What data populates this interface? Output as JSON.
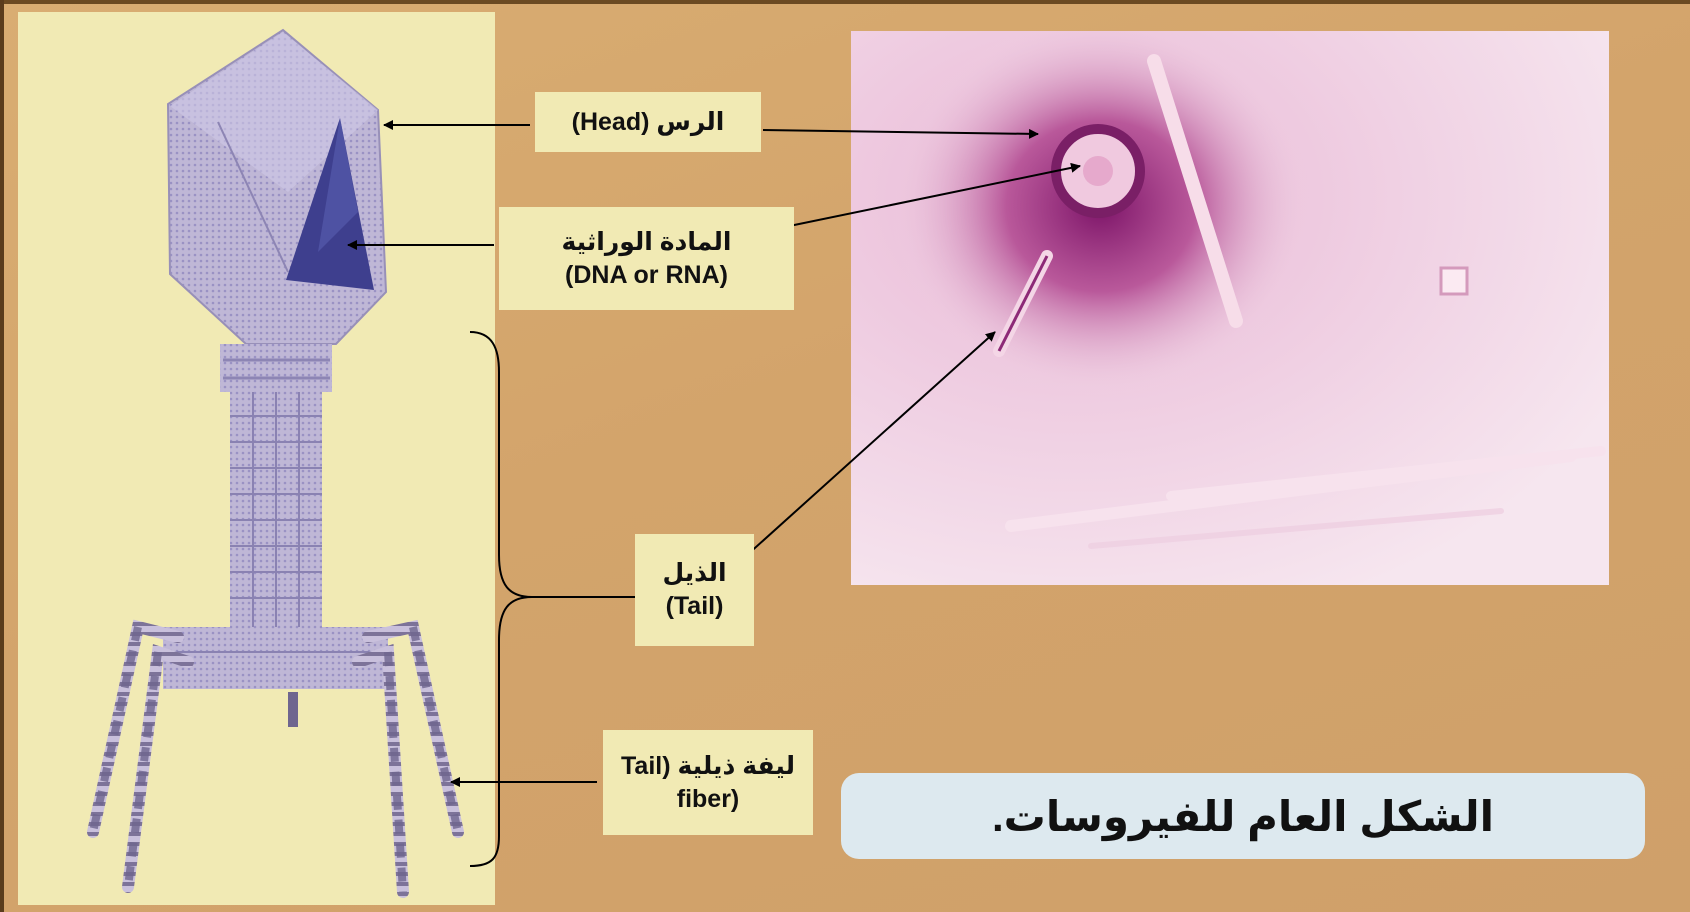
{
  "labels": {
    "head": "الرس (Head)",
    "genetic_ar": "المادة الوراثية",
    "genetic_en": "(DNA or RNA)",
    "tail_ar": "الذيل",
    "tail_en": "(Tail)",
    "fiber_line1": "ليفة ذيلية  (Tail",
    "fiber_line2": "fiber)"
  },
  "title": "الشكل العام للفيروسات."
}
